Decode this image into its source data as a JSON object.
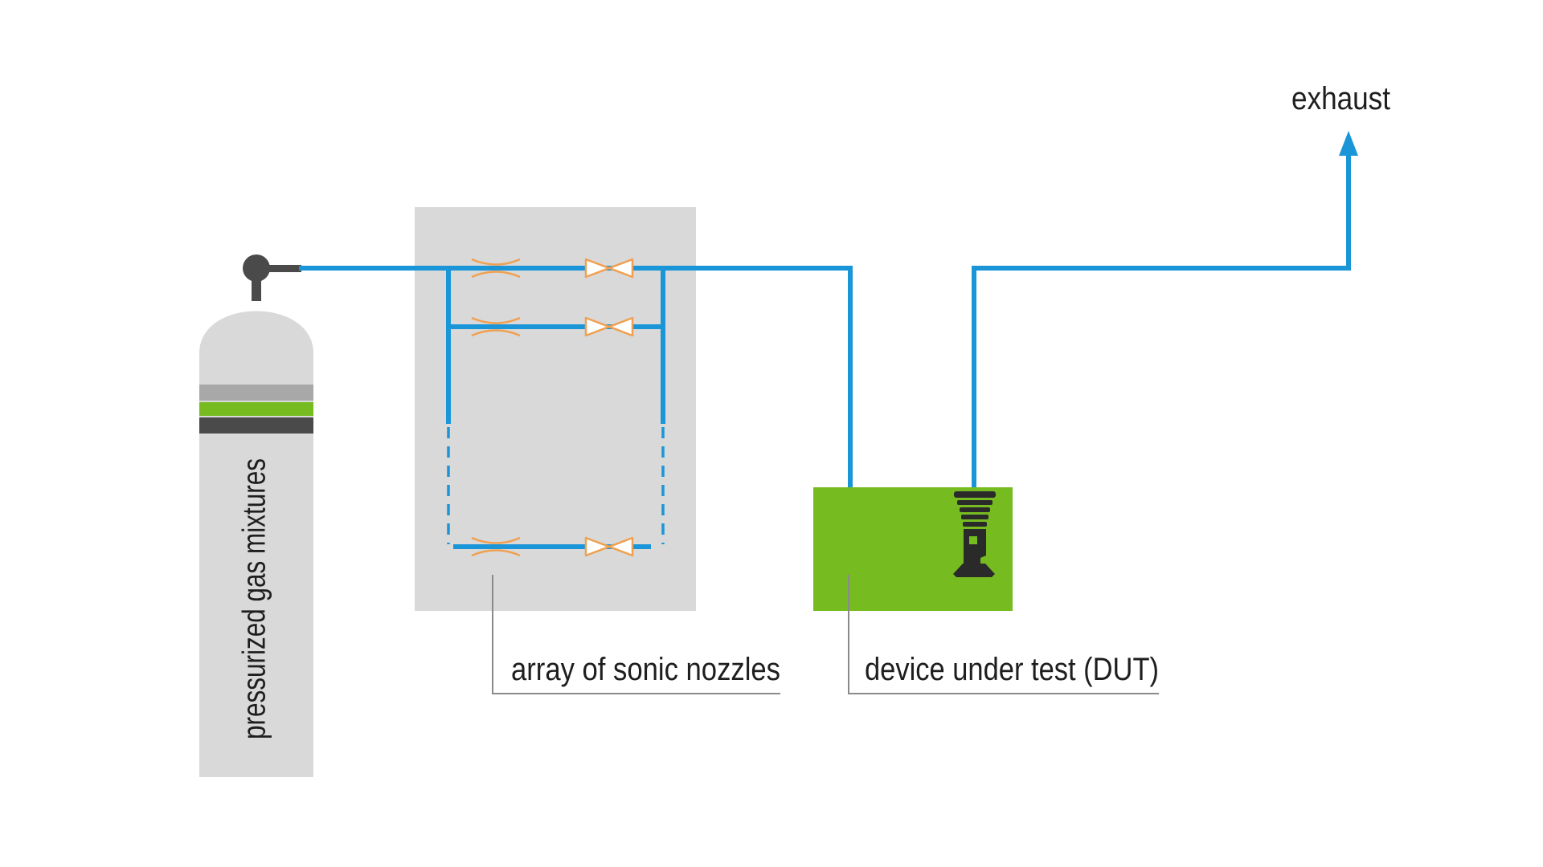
{
  "labels": {
    "cylinder": "pressurized gas mixtures",
    "nozzle_array": "array of sonic nozzles",
    "dut": "device under test (DUT)",
    "exhaust": "exhaust"
  },
  "colors": {
    "pipe": "#1a96d8",
    "nozzle_box": "#d9d9d9",
    "cylinder": "#d9d9d9",
    "cylinder_band_light": "#a8a8a8",
    "cylinder_band_green": "#76bc21",
    "cylinder_band_dark": "#4a4a4a",
    "dut_box": "#76bc21",
    "fitting": "#4a4a4a",
    "valve_nozzle": "#f0a050"
  },
  "icons": {
    "dut_device": "sensor-device-icon",
    "exhaust_arrow": "arrow-up-icon"
  }
}
